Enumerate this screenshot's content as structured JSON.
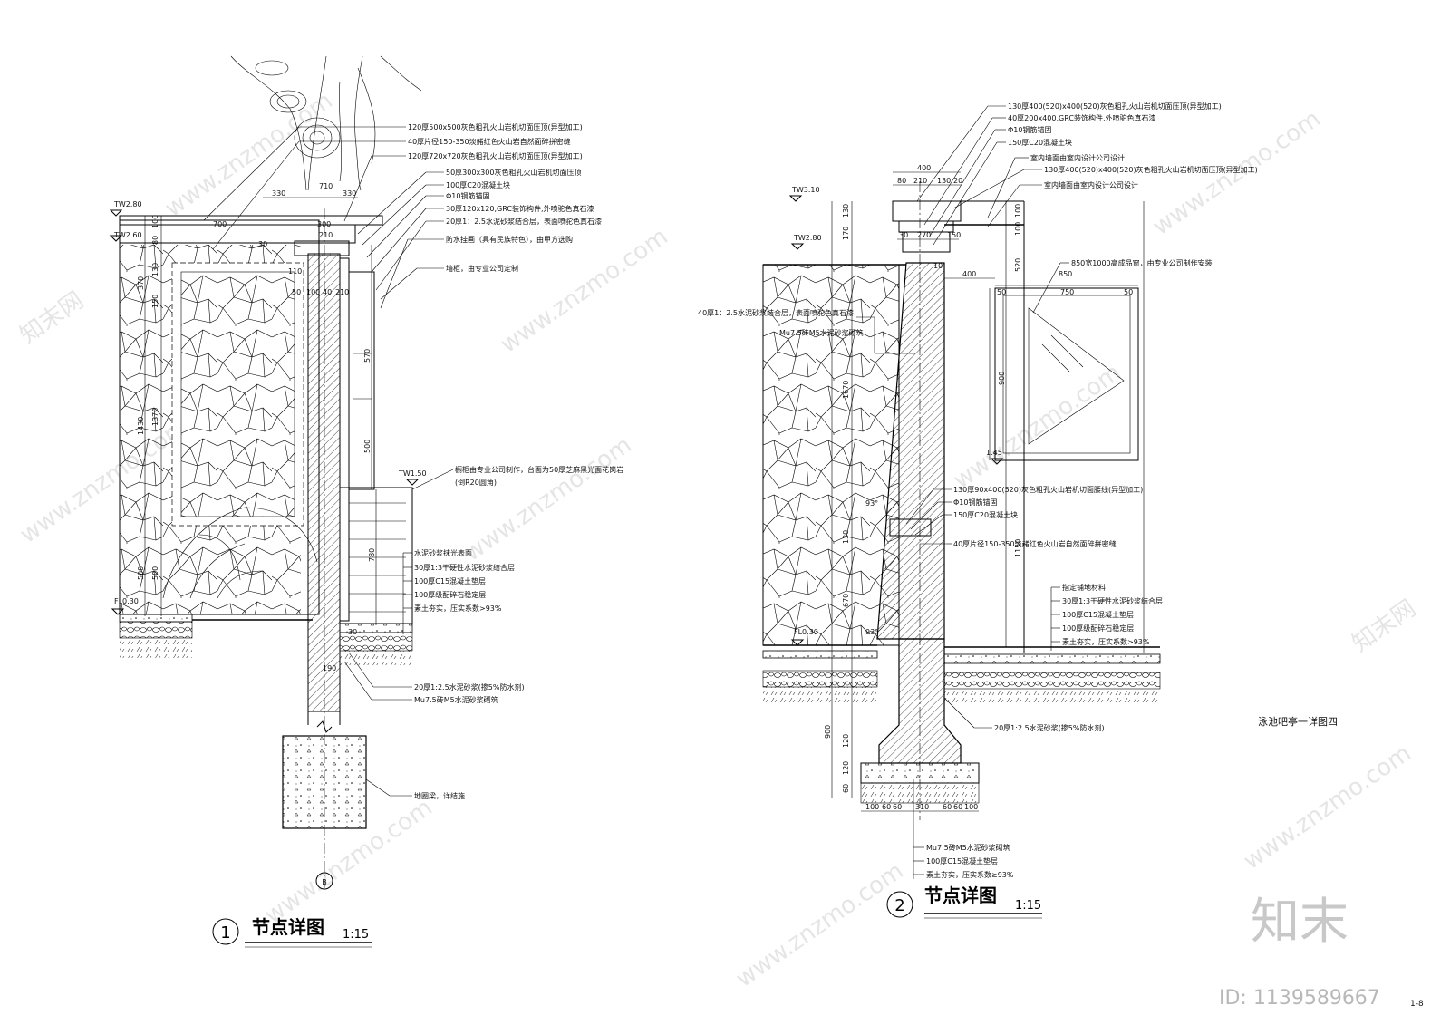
{
  "drawing_title": "泳池吧亭一详图四",
  "sheet_code": "1-8",
  "watermark": {
    "site": "www.znzmo.com",
    "cn": "知末网",
    "brand": "知末",
    "id": "ID: 1139589667"
  },
  "detail1": {
    "number": "1",
    "title": "节点详图",
    "scale": "1:15",
    "axis_tag": "B",
    "levels": [
      "TW2.80",
      "TW2.60",
      "TW1.50",
      "FL0.30"
    ],
    "dims_top": [
      "330",
      "710",
      "330",
      "700",
      "300",
      "210",
      "30",
      "110",
      "50",
      "100",
      "40",
      "210"
    ],
    "dims_left": [
      "100",
      "80",
      "370",
      "130",
      "1430",
      "1370",
      "150",
      "500",
      "500"
    ],
    "dims_mid": [
      "570",
      "500",
      "780",
      "190",
      "30"
    ],
    "labels": [
      "120厚500x500灰色粗孔火山岩机切面压顶(异型加工)",
      "40厚片径150-350淡赭红色火山岩自然面碎拼密缝",
      "120厚720x720灰色粗孔火山岩机切面压顶(异型加工)",
      "50厚300x300灰色粗孔火山岩机切面压顶",
      "100厚C20混凝土块",
      "Φ10钢筋锚固",
      "30厚120x120,GRC装饰构件,外喷驼色真石漆",
      "20厚1：2.5水泥砂浆结合层，表面喷驼色真石漆",
      "防水挂画（具有民族特色），由甲方选购",
      "墙柜，由专业公司定制",
      "橱柜由专业公司制作，台面为50厚芝麻黑光面花岗岩",
      "(倒R20圆角)",
      "水泥砂浆抹光表面",
      "30厚1:3干硬性水泥砂浆结合层",
      "100厚C15混凝土垫层",
      "100厚级配碎石稳定层",
      "素土夯实，压实系数>93%",
      "20厚1:2.5水泥砂浆(掺5%防水剂)",
      "Mu7.5砖M5水泥砂浆砌筑",
      "地圈梁，详结施"
    ]
  },
  "detail2": {
    "number": "2",
    "title": "节点详图",
    "scale": "1:15",
    "levels": [
      "TW3.10",
      "TW2.80",
      "1.45",
      "FL0.30"
    ],
    "dims_top": [
      "400",
      "80",
      "210",
      "130",
      "20",
      "30",
      "270",
      "150",
      "10",
      "400",
      "850",
      "50",
      "750",
      "50"
    ],
    "dims_left": [
      "130",
      "170",
      "1670",
      "130",
      "670",
      "900",
      "120",
      "120",
      "60"
    ],
    "dims_right": [
      "100",
      "100",
      "520",
      "900",
      "1150"
    ],
    "dims_bottom": [
      "100",
      "60",
      "60",
      "310",
      "60",
      "60",
      "100"
    ],
    "angles": [
      "93°",
      "93°"
    ],
    "labels": [
      "130厚400(520)x400(520)灰色粗孔火山岩机切面压顶(异型加工)",
      "40厚200x400,GRC装饰构件,外喷驼色真石漆",
      "Φ10钢筋锚固",
      "150厚C20混凝土块",
      "室内墙面由室内设计公司设计",
      "130厚400(520)x400(520)灰色粗孔火山岩机切面压顶(异型加工)",
      "室内墙面由室内设计公司设计",
      "850宽1000高成品窗，由专业公司制作安装",
      "40厚1：2.5水泥砂浆结合层，表面喷驼色真石漆",
      "Mu7.5砖M5水泥砂浆砌筑",
      "130厚90x400(520)灰色粗孔火山岩机切面腰线(异型加工)",
      "Φ10钢筋锚固",
      "150厚C20混凝土块",
      "40厚片径150-350淡赭红色火山岩自然面碎拼密缝",
      "指定铺地材料",
      "30厚1:3干硬性水泥砂浆结合层",
      "100厚C15混凝土垫层",
      "100厚级配碎石稳定层",
      "素土夯实，压实系数>93%",
      "20厚1:2.5水泥砂浆(掺5%防水剂)",
      "Mu7.5砖M5水泥砂浆砌筑",
      "100厚C15混凝土垫层",
      "素土夯实，压实系数≥93%"
    ]
  }
}
